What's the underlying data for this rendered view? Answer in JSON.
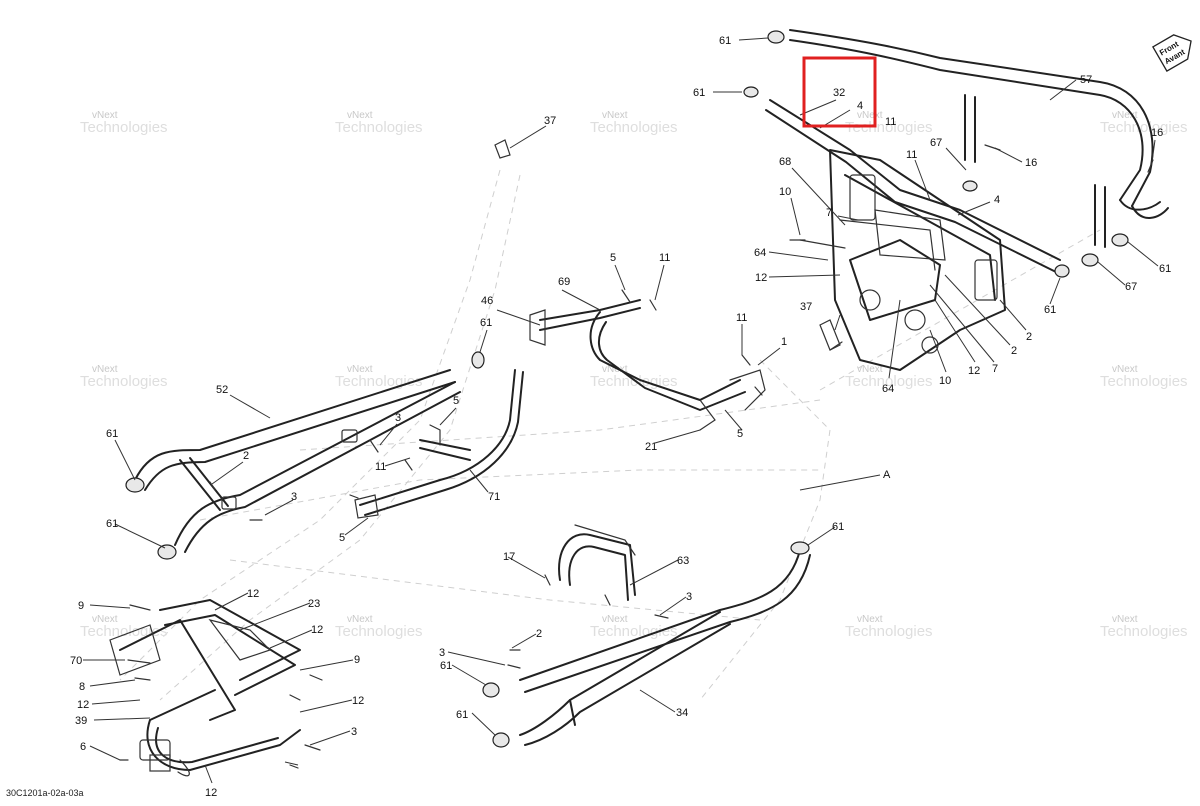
{
  "diagram": {
    "drawing_code": "30C1201a-02a-03a",
    "front_badge": {
      "line1": "Front",
      "line2": "Avant"
    },
    "watermark": {
      "brand": "vNext",
      "text": "Technologies"
    },
    "highlight_color": "#e02020",
    "callouts": [
      {
        "id": "61a",
        "label": "61"
      },
      {
        "id": "61b",
        "label": "61"
      },
      {
        "id": "32",
        "label": "32"
      },
      {
        "id": "4a",
        "label": "4"
      },
      {
        "id": "11a",
        "label": "11"
      },
      {
        "id": "57",
        "label": "57"
      },
      {
        "id": "37a",
        "label": "37"
      },
      {
        "id": "16a",
        "label": "16"
      },
      {
        "id": "16b",
        "label": "16"
      },
      {
        "id": "67a",
        "label": "67"
      },
      {
        "id": "11b",
        "label": "11"
      },
      {
        "id": "68",
        "label": "68"
      },
      {
        "id": "4b",
        "label": "4"
      },
      {
        "id": "10a",
        "label": "10"
      },
      {
        "id": "7a",
        "label": "7"
      },
      {
        "id": "64a",
        "label": "64"
      },
      {
        "id": "61c",
        "label": "61"
      },
      {
        "id": "67b",
        "label": "67"
      },
      {
        "id": "12a",
        "label": "12"
      },
      {
        "id": "61d",
        "label": "61"
      },
      {
        "id": "2a",
        "label": "2"
      },
      {
        "id": "37b",
        "label": "37"
      },
      {
        "id": "2b",
        "label": "2"
      },
      {
        "id": "7b",
        "label": "7"
      },
      {
        "id": "12b",
        "label": "12"
      },
      {
        "id": "10b",
        "label": "10"
      },
      {
        "id": "64b",
        "label": "64"
      },
      {
        "id": "5a",
        "label": "5"
      },
      {
        "id": "11c",
        "label": "11"
      },
      {
        "id": "69",
        "label": "69"
      },
      {
        "id": "46",
        "label": "46"
      },
      {
        "id": "61e",
        "label": "61"
      },
      {
        "id": "11d",
        "label": "11"
      },
      {
        "id": "1",
        "label": "1"
      },
      {
        "id": "52",
        "label": "52"
      },
      {
        "id": "5b",
        "label": "5"
      },
      {
        "id": "3a",
        "label": "3"
      },
      {
        "id": "61f",
        "label": "61"
      },
      {
        "id": "2c",
        "label": "2"
      },
      {
        "id": "11e",
        "label": "11"
      },
      {
        "id": "21",
        "label": "21"
      },
      {
        "id": "5c",
        "label": "5"
      },
      {
        "id": "3b",
        "label": "3"
      },
      {
        "id": "71",
        "label": "71"
      },
      {
        "id": "A",
        "label": "A"
      },
      {
        "id": "61g",
        "label": "61"
      },
      {
        "id": "5d",
        "label": "5"
      },
      {
        "id": "61h",
        "label": "61"
      },
      {
        "id": "17",
        "label": "17"
      },
      {
        "id": "63",
        "label": "63"
      },
      {
        "id": "12c",
        "label": "12"
      },
      {
        "id": "9a",
        "label": "9"
      },
      {
        "id": "23",
        "label": "23"
      },
      {
        "id": "3c",
        "label": "3"
      },
      {
        "id": "12d",
        "label": "12"
      },
      {
        "id": "2d",
        "label": "2"
      },
      {
        "id": "70",
        "label": "70"
      },
      {
        "id": "9b",
        "label": "9"
      },
      {
        "id": "3d",
        "label": "3"
      },
      {
        "id": "8",
        "label": "8"
      },
      {
        "id": "61i",
        "label": "61"
      },
      {
        "id": "12e",
        "label": "12"
      },
      {
        "id": "12f",
        "label": "12"
      },
      {
        "id": "39",
        "label": "39"
      },
      {
        "id": "34",
        "label": "34"
      },
      {
        "id": "61j",
        "label": "61"
      },
      {
        "id": "3e",
        "label": "3"
      },
      {
        "id": "6",
        "label": "6"
      },
      {
        "id": "12g",
        "label": "12"
      }
    ]
  }
}
